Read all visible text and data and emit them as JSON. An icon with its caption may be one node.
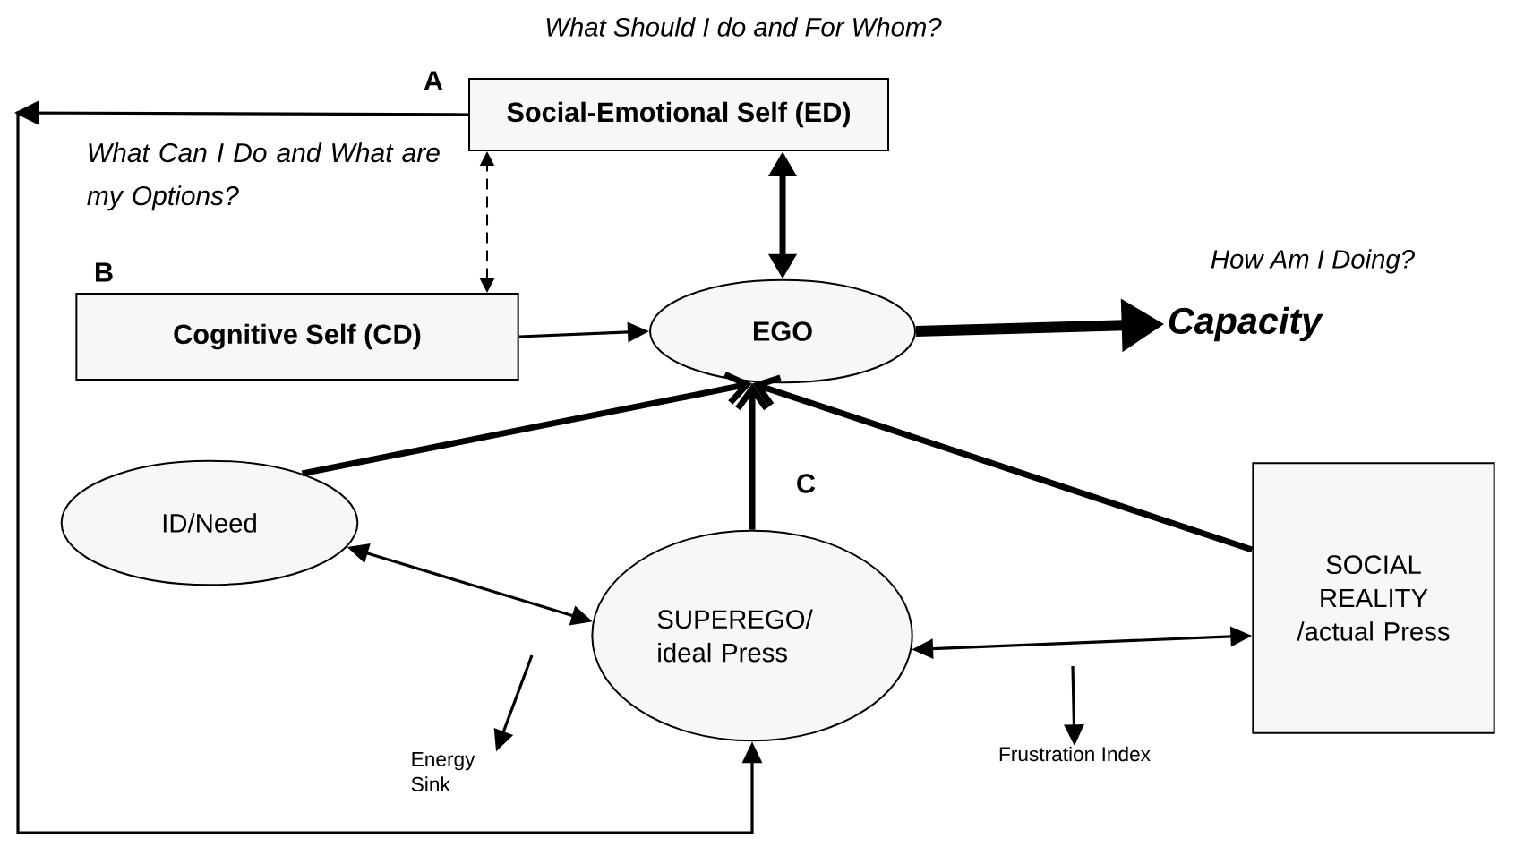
{
  "diagram": {
    "nodes": [
      {
        "text": [
          "Social-Emotional Self (ED)"
        ],
        "beside": [
          "What Should I do and For Whom?",
          "A"
        ]
      },
      {
        "text": [
          "Cognitive Self (CD)"
        ],
        "beside": [
          "B"
        ]
      },
      {
        "text": [
          "EGO"
        ]
      },
      {
        "text": [
          "Capacity"
        ],
        "beside": [
          "How Am I Doing?"
        ]
      },
      {
        "text": [
          "ID/Need"
        ]
      },
      {
        "text": [
          "SUPEREGO/ ideal Press"
        ]
      },
      {
        "text": [
          "SOCIAL REALITY /actual Press"
        ]
      },
      {
        "text": [
          "Energy Sink"
        ]
      },
      {
        "text": [
          "Frustration Index"
        ]
      }
    ],
    "edges": [
      {
        "from": 0,
        "to": 5,
        "arrow": "to"
      },
      {
        "from": 0,
        "to": 2,
        "arrow": "both",
        "style": "thick"
      },
      {
        "from": 1,
        "to": 0,
        "arrow": "both",
        "style": "dashed",
        "label": "What Can I Do and What are my Options?"
      },
      {
        "from": 1,
        "to": 2,
        "arrow": "to"
      },
      {
        "from": 2,
        "to": 3,
        "arrow": "to",
        "style": "thick"
      },
      {
        "from": 4,
        "to": 2,
        "arrow": "to",
        "style": "thick"
      },
      {
        "from": 5,
        "to": 2,
        "arrow": "to",
        "style": "thick",
        "label": "C"
      },
      {
        "from": 6,
        "to": 2,
        "arrow": "to",
        "style": "thick"
      },
      {
        "from": 4,
        "to": 5,
        "arrow": "both"
      },
      {
        "from": 5,
        "to": 6,
        "arrow": "both"
      },
      {
        "from": null,
        "to": 7,
        "arrow": "to"
      },
      {
        "from": null,
        "to": 8,
        "arrow": "to"
      }
    ]
  }
}
